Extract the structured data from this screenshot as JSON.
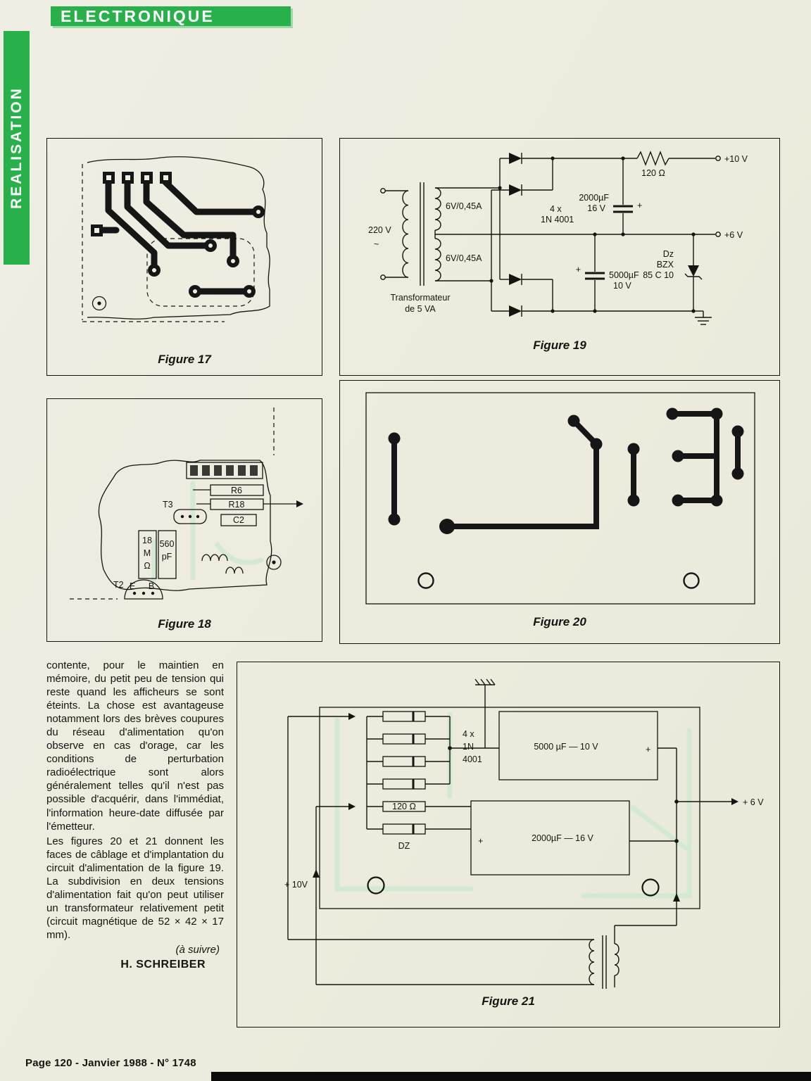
{
  "page": {
    "header_title": "ELECTRONIQUE",
    "sidebar_label": "REALISATION",
    "footer": "Page 120 - Janvier 1988 - N° 1748",
    "accent_green": "#28b14a"
  },
  "article": {
    "p1": "contente, pour le maintien en mémoire, du petit peu de tension qui reste quand les afficheurs se sont éteints. La chose est avantageuse notamment lors des brèves coupures du réseau d'alimentation qu'on observe en cas d'orage, car les conditions de perturbation radioélectrique sont alors généralement telles qu'il n'est pas possible d'acquérir, dans l'immédiat, l'information heure-date diffusée par l'émetteur.",
    "p2": "Les figures 20 et 21 donnent les faces de câblage et d'implantation du circuit d'alimentation de la figure 19. La subdivision en deux tensions d'alimentation fait qu'on peut utiliser un transformateur relativement petit (circuit magnétique de 52 × 42 × 17 mm).",
    "continuation": "(à suivre)",
    "byline": "H. SCHREIBER"
  },
  "fig17": {
    "caption": "Figure 17"
  },
  "fig18": {
    "caption": "Figure 18",
    "labels": {
      "t3": "T3",
      "t2": "T2",
      "r6": "R6",
      "r18": "R18",
      "c2": "C2",
      "res18_1": "18",
      "res18_2": "M",
      "res18_3": "Ω",
      "cap560_1": "560",
      "cap560_2": "pF",
      "pin_e": "E",
      "pin_b": "B"
    }
  },
  "fig19": {
    "caption": "Figure 19",
    "labels": {
      "mains": "220 V",
      "ac": "~",
      "sec_top": "6V/0,45A",
      "sec_bot": "6V/0,45A",
      "diodes_1": "4 x",
      "diodes_2": "1N 4001",
      "cap1_1": "2000µF",
      "cap1_2": "16 V",
      "res": "120 Ω",
      "out10": "+10 V",
      "out6": "+6 V",
      "cap2_1": "5000µF",
      "cap2_2": "10 V",
      "dz_1": "Dz",
      "dz_2": "BZX",
      "dz_3": "85 C 10",
      "transfo_1": "Transformateur",
      "transfo_2": "de  5 VA",
      "plus": "+"
    }
  },
  "fig20": {
    "caption": "Figure 20"
  },
  "fig21": {
    "caption": "Figure 21",
    "labels": {
      "diodes_1": "4 x",
      "diodes_2": "1N",
      "diodes_3": "4001",
      "cap1": "5000 µF  —  10 V",
      "cap2": "2000µF — 16 V",
      "res": "120 Ω",
      "dz": "DZ",
      "out10": "+ 10V",
      "out6": "+ 6 V",
      "plus": "+"
    }
  }
}
